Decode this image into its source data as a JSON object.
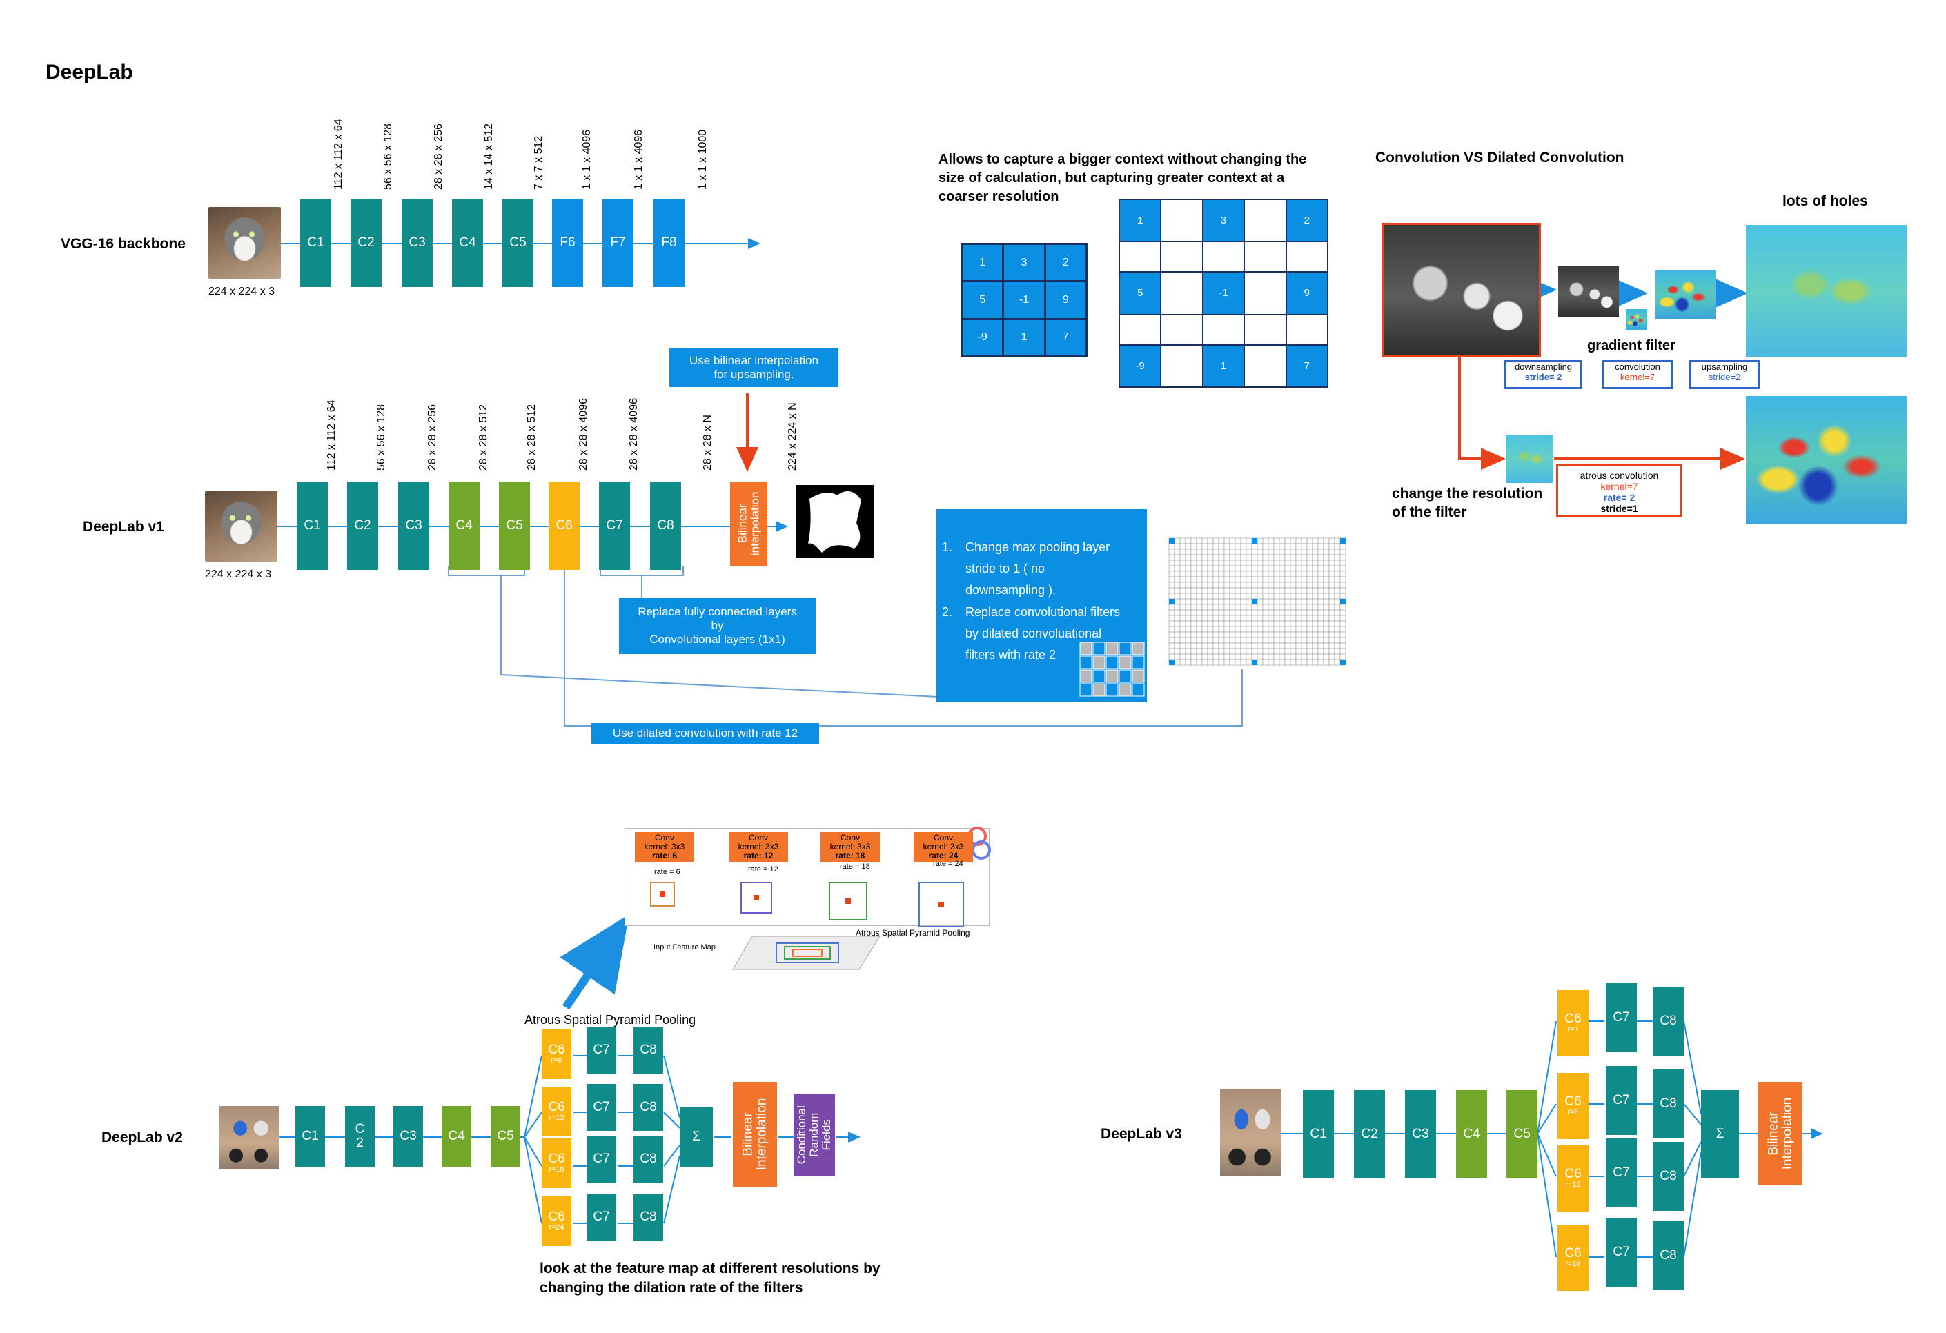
{
  "title": "DeepLab",
  "vgg": {
    "label": "VGG-16 backbone",
    "input_dim": "224 x 224 x 3",
    "layers": [
      "C1",
      "C2",
      "C3",
      "C4",
      "C5",
      "F6",
      "F7",
      "F8"
    ],
    "dims": [
      "112 x 112 x 64",
      "56 x 56 x 128",
      "28 x 28 x 256",
      "14 x 14 x 512",
      "7 x 7 x 512",
      "1 x 1 x 4096",
      "1 x 1 x 4096",
      "1 x 1 x 1000"
    ]
  },
  "v1": {
    "label": "DeepLab v1",
    "input_dim": "224 x 224 x 3",
    "layers": [
      "C1",
      "C2",
      "C3",
      "C4",
      "C5",
      "C6",
      "C7",
      "C8"
    ],
    "interp": "Bilinear interpolation",
    "dims": [
      "112 x 112 x 64",
      "56 x 56 x 128",
      "28 x 28 x 256",
      "28 x 28 x 512",
      "28 x 28 x 512",
      "28 x 28 x 4096",
      "28 x 28 x 4096",
      "28 x 28 x N",
      "224 x 224 x N"
    ],
    "callout_bilinear": [
      "Use bilinear interpolation",
      "for upsampling."
    ],
    "callout_fc": [
      "Replace fully connected layers",
      "by",
      "Convolutional layers (1x1)"
    ],
    "callout_dilated": "Use dilated convolution with rate 12",
    "changes": [
      {
        "num": "1.",
        "lines": [
          "Change max pooling layer",
          "stride to 1 ( no",
          "downsampling )."
        ]
      },
      {
        "num": "2.",
        "lines": [
          "Replace convolutional filters",
          "by dilated convoluational",
          "filters with rate 2"
        ]
      }
    ]
  },
  "context": {
    "lines": [
      "Allows to capture a bigger context without changing the",
      "size of calculation, but capturing greater context at a",
      "coarser resolution"
    ],
    "kernel": [
      "1",
      "3",
      "2",
      "5",
      "-1",
      "9",
      "-9",
      "1",
      "7"
    ],
    "dilated": [
      "1",
      "",
      "3",
      "",
      "2",
      "",
      "",
      "",
      "",
      "",
      "5",
      "",
      "-1",
      "",
      "9",
      "",
      "",
      "",
      "",
      "",
      "-9",
      "",
      "1",
      "",
      "7"
    ]
  },
  "conv_vs": {
    "title": "Convolution VS Dilated Convolution",
    "holes": "lots of holes",
    "gradient": "gradient filter",
    "downsampling": [
      "downsampling",
      "stride= 2"
    ],
    "convolution": [
      "convolution",
      "kernel=7"
    ],
    "upsampling": [
      "upsampling",
      "stride=2"
    ],
    "atrous": [
      "atrous convolution",
      "kernel=7",
      "rate= 2",
      "stride=1"
    ],
    "change_res": [
      "change the resolution",
      "of the filter"
    ]
  },
  "aspp": {
    "convs": [
      {
        "l1": "Conv",
        "l2": "kernel: 3x3",
        "l3": "rate: 6",
        "rate": "rate = 6"
      },
      {
        "l1": "Conv",
        "l2": "kernel: 3x3",
        "l3": "rate: 12",
        "rate": "rate = 12"
      },
      {
        "l1": "Conv",
        "l2": "kernel: 3x3",
        "l3": "rate: 18",
        "rate": "rate = 18"
      },
      {
        "l1": "Conv",
        "l2": "kernel: 3x3",
        "l3": "rate: 24",
        "rate": "rate = 24"
      }
    ],
    "input_fm": "Input Feature Map",
    "aspp_small": "Atrous Spatial Pyramid Pooling",
    "aspp_label": "Atrous Spatial Pyramid Pooling"
  },
  "v2": {
    "label": "DeepLab v2",
    "layers": [
      "C1",
      "C\n2",
      "C3",
      "C4",
      "C5"
    ],
    "branches": [
      {
        "c6": "C6",
        "r": "r=6"
      },
      {
        "c6": "C6",
        "r": "r=12"
      },
      {
        "c6": "C6",
        "r": "r=18"
      },
      {
        "c6": "C6",
        "r": "r=24"
      }
    ],
    "c7": "C7",
    "c8": "C8",
    "sum": "Σ",
    "interp": "Bilinear Interpolation",
    "crf": "Conditional Random Fields",
    "note": [
      "look at the feature map at different resolutions by",
      "changing the dilation rate of the filters"
    ]
  },
  "v3": {
    "label": "DeepLab v3",
    "layers": [
      "C1",
      "C2",
      "C3",
      "C4",
      "C5"
    ],
    "branches": [
      {
        "c6": "C6",
        "r": "r=1"
      },
      {
        "c6": "C6",
        "r": "r=6"
      },
      {
        "c6": "C6",
        "r": "r=12"
      },
      {
        "c6": "C6",
        "r": "r=18"
      }
    ],
    "c7": "C7",
    "c8": "C8",
    "sum": "Σ",
    "interp": "Bilinear Interpolation"
  },
  "colors": {
    "teal": "#0f8c89",
    "blue": "#0b8fe3",
    "green": "#72a72a",
    "yellow": "#f9b50d",
    "orange": "#f2742a",
    "purple": "#7a48a8"
  }
}
